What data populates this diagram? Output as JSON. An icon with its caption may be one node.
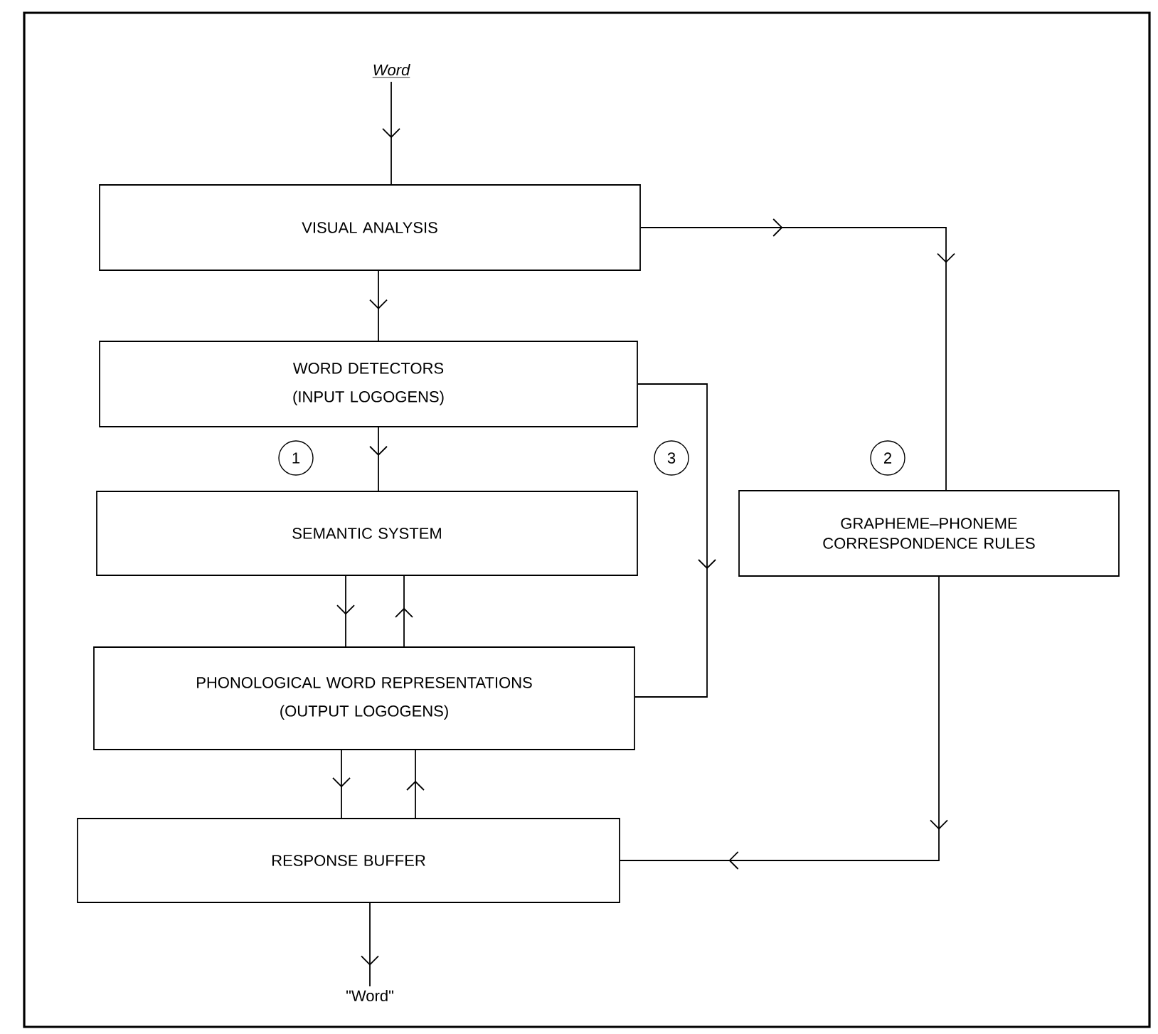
{
  "diagram": {
    "nodes": [
      {
        "text": [
          "Word"
        ]
      },
      {
        "text": [
          "VISUAL ANALYSIS"
        ]
      },
      {
        "text": [
          "WORD DETECTORS",
          "(INPUT LOGOGENS)"
        ]
      },
      {
        "text": [
          "SEMANTIC SYSTEM"
        ]
      },
      {
        "text": [
          "GRAPHEME–PHONEME CORRESPONDENCE RULES"
        ]
      },
      {
        "text": [
          "PHONOLOGICAL WORD REPRESENTATIONS",
          "(OUTPUT LOGOGENS)"
        ]
      },
      {
        "text": [
          "RESPONSE BUFFER"
        ]
      },
      {
        "text": [
          "\"Word\""
        ]
      }
    ],
    "edges": [
      {
        "from": 0,
        "to": 1,
        "arrow": "to"
      },
      {
        "from": 1,
        "to": 2,
        "arrow": "to"
      },
      {
        "from": 2,
        "to": 3,
        "arrow": "to"
      },
      {
        "from": 3,
        "to": 5,
        "arrow": "to"
      },
      {
        "from": 5,
        "to": 3,
        "arrow": "to"
      },
      {
        "from": 5,
        "to": 6,
        "arrow": "to"
      },
      {
        "from": 6,
        "to": 5,
        "arrow": "to"
      },
      {
        "from": 6,
        "to": 7,
        "arrow": "to"
      },
      {
        "from": 1,
        "to": 4,
        "arrow": "to"
      },
      {
        "from": 2,
        "to": 5,
        "arrow": "to"
      },
      {
        "from": 4,
        "to": 6,
        "arrow": "to"
      }
    ],
    "labels": [
      "1",
      "3",
      "2"
    ]
  }
}
